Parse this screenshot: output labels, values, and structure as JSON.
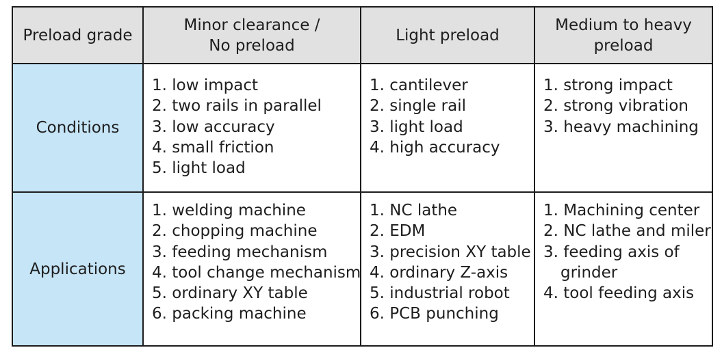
{
  "table": {
    "header": {
      "corner": "Preload grade",
      "minor": [
        "Minor clearance /",
        "No preload"
      ],
      "light": "Light preload",
      "heavy": [
        "Medium to heavy",
        "preload"
      ]
    },
    "conditions": {
      "label": "Conditions",
      "minor": [
        "1. low impact",
        "2. two rails in parallel",
        "3. low accuracy",
        "4. small friction",
        "5. light load"
      ],
      "light": [
        "1. cantilever",
        "2. single rail",
        "3. light load",
        "4. high accuracy"
      ],
      "heavy": [
        "1. strong impact",
        "2. strong vibration",
        "3. heavy machining"
      ]
    },
    "applications": {
      "label": "Applications",
      "minor": [
        "1. welding machine",
        "2. chopping machine",
        "3. feeding mechanism",
        "4. tool change mechanism",
        "5. ordinary XY table",
        "6. packing machine"
      ],
      "light": [
        "1. NC lathe",
        "2. EDM",
        "3. precision XY table",
        "4. ordinary Z-axis",
        "5. industrial robot",
        "6. PCB punching"
      ],
      "heavy": [
        "1. Machining center",
        "2. NC lathe and miler",
        "3. feeding axis of",
        "grinder",
        "4. tool feeding axis"
      ]
    }
  }
}
